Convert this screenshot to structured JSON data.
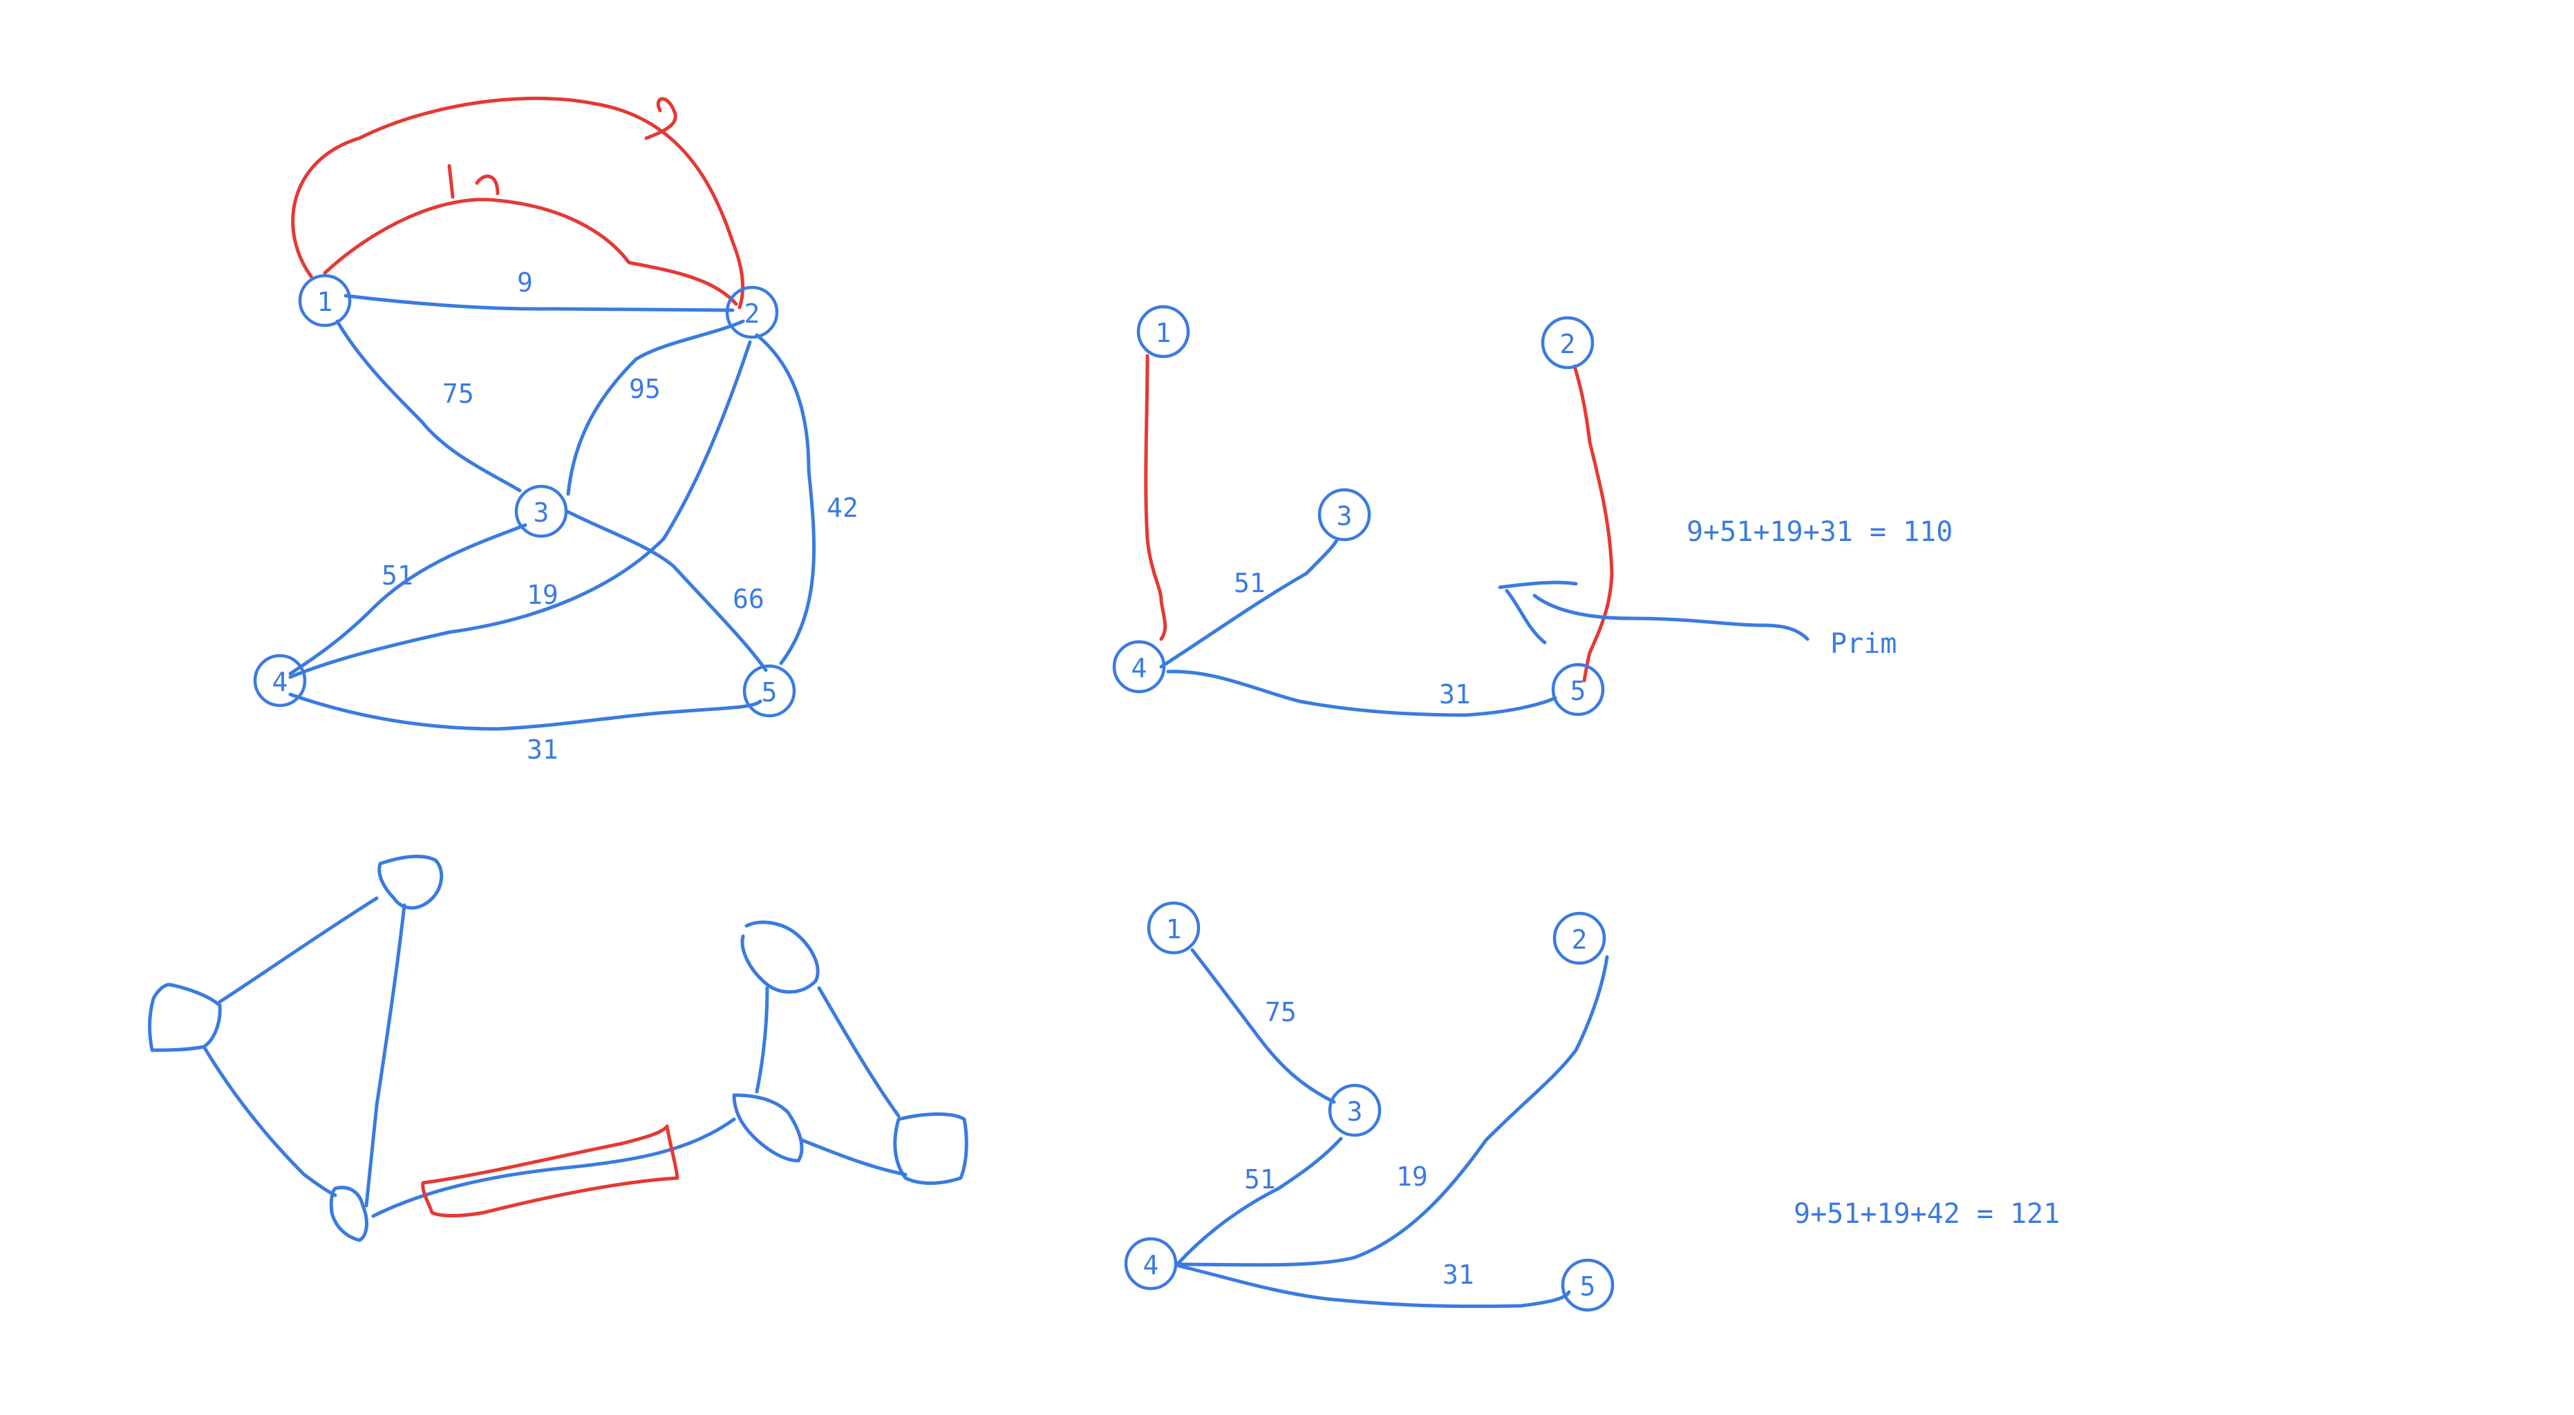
{
  "colors": {
    "ink": "#3a7be0",
    "highlight": "#e53935",
    "background": "#ffffff"
  },
  "graph_main": {
    "nodes": [
      "1",
      "2",
      "3",
      "4",
      "5"
    ],
    "edges": [
      {
        "from": "1",
        "to": "2",
        "weight": "9"
      },
      {
        "from": "1",
        "to": "3",
        "weight": "75"
      },
      {
        "from": "2",
        "to": "3",
        "weight": "95"
      },
      {
        "from": "2",
        "to": "5",
        "weight": "42"
      },
      {
        "from": "3",
        "to": "4",
        "weight": "51"
      },
      {
        "from": "2",
        "to": "4",
        "weight": "19"
      },
      {
        "from": "3",
        "to": "5",
        "weight": "66"
      },
      {
        "from": "4",
        "to": "5",
        "weight": "31"
      }
    ]
  },
  "tree_prim": {
    "nodes": [
      "1",
      "2",
      "3",
      "4",
      "5"
    ],
    "edges": [
      {
        "from": "4",
        "to": "3",
        "weight": "51"
      },
      {
        "from": "4",
        "to": "5",
        "weight": "31"
      }
    ],
    "sum": "9+51+19+31 = 110",
    "method": "Prim"
  },
  "tree_second": {
    "nodes": [
      "1",
      "2",
      "3",
      "4",
      "5"
    ],
    "edges": [
      {
        "from": "1",
        "to": "3",
        "weight": "75"
      },
      {
        "from": "3",
        "to": "4",
        "weight": "51"
      },
      {
        "from": "4",
        "to": "2",
        "weight": "19"
      },
      {
        "from": "4",
        "to": "5",
        "weight": "31"
      }
    ],
    "sum": "9+51+19+42 = 121"
  }
}
